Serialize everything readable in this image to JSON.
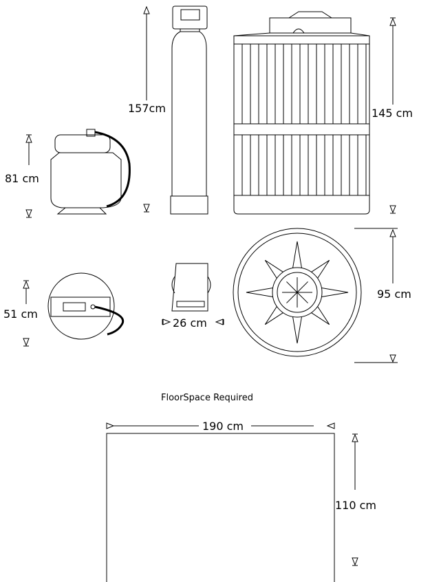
{
  "labels": {
    "cylinder_height": "157cm",
    "tank_height": "145 cm",
    "ro_unit_height": "81 cm",
    "ro_top_height": "51 cm",
    "cylinder_width": "26 cm",
    "tank_diameter": "95 cm",
    "floor_caption": "FloorSpace Required",
    "floor_width": "190 cm",
    "floor_depth": "110 cm"
  },
  "colors": {
    "line": "#000000",
    "background": "#ffffff"
  }
}
